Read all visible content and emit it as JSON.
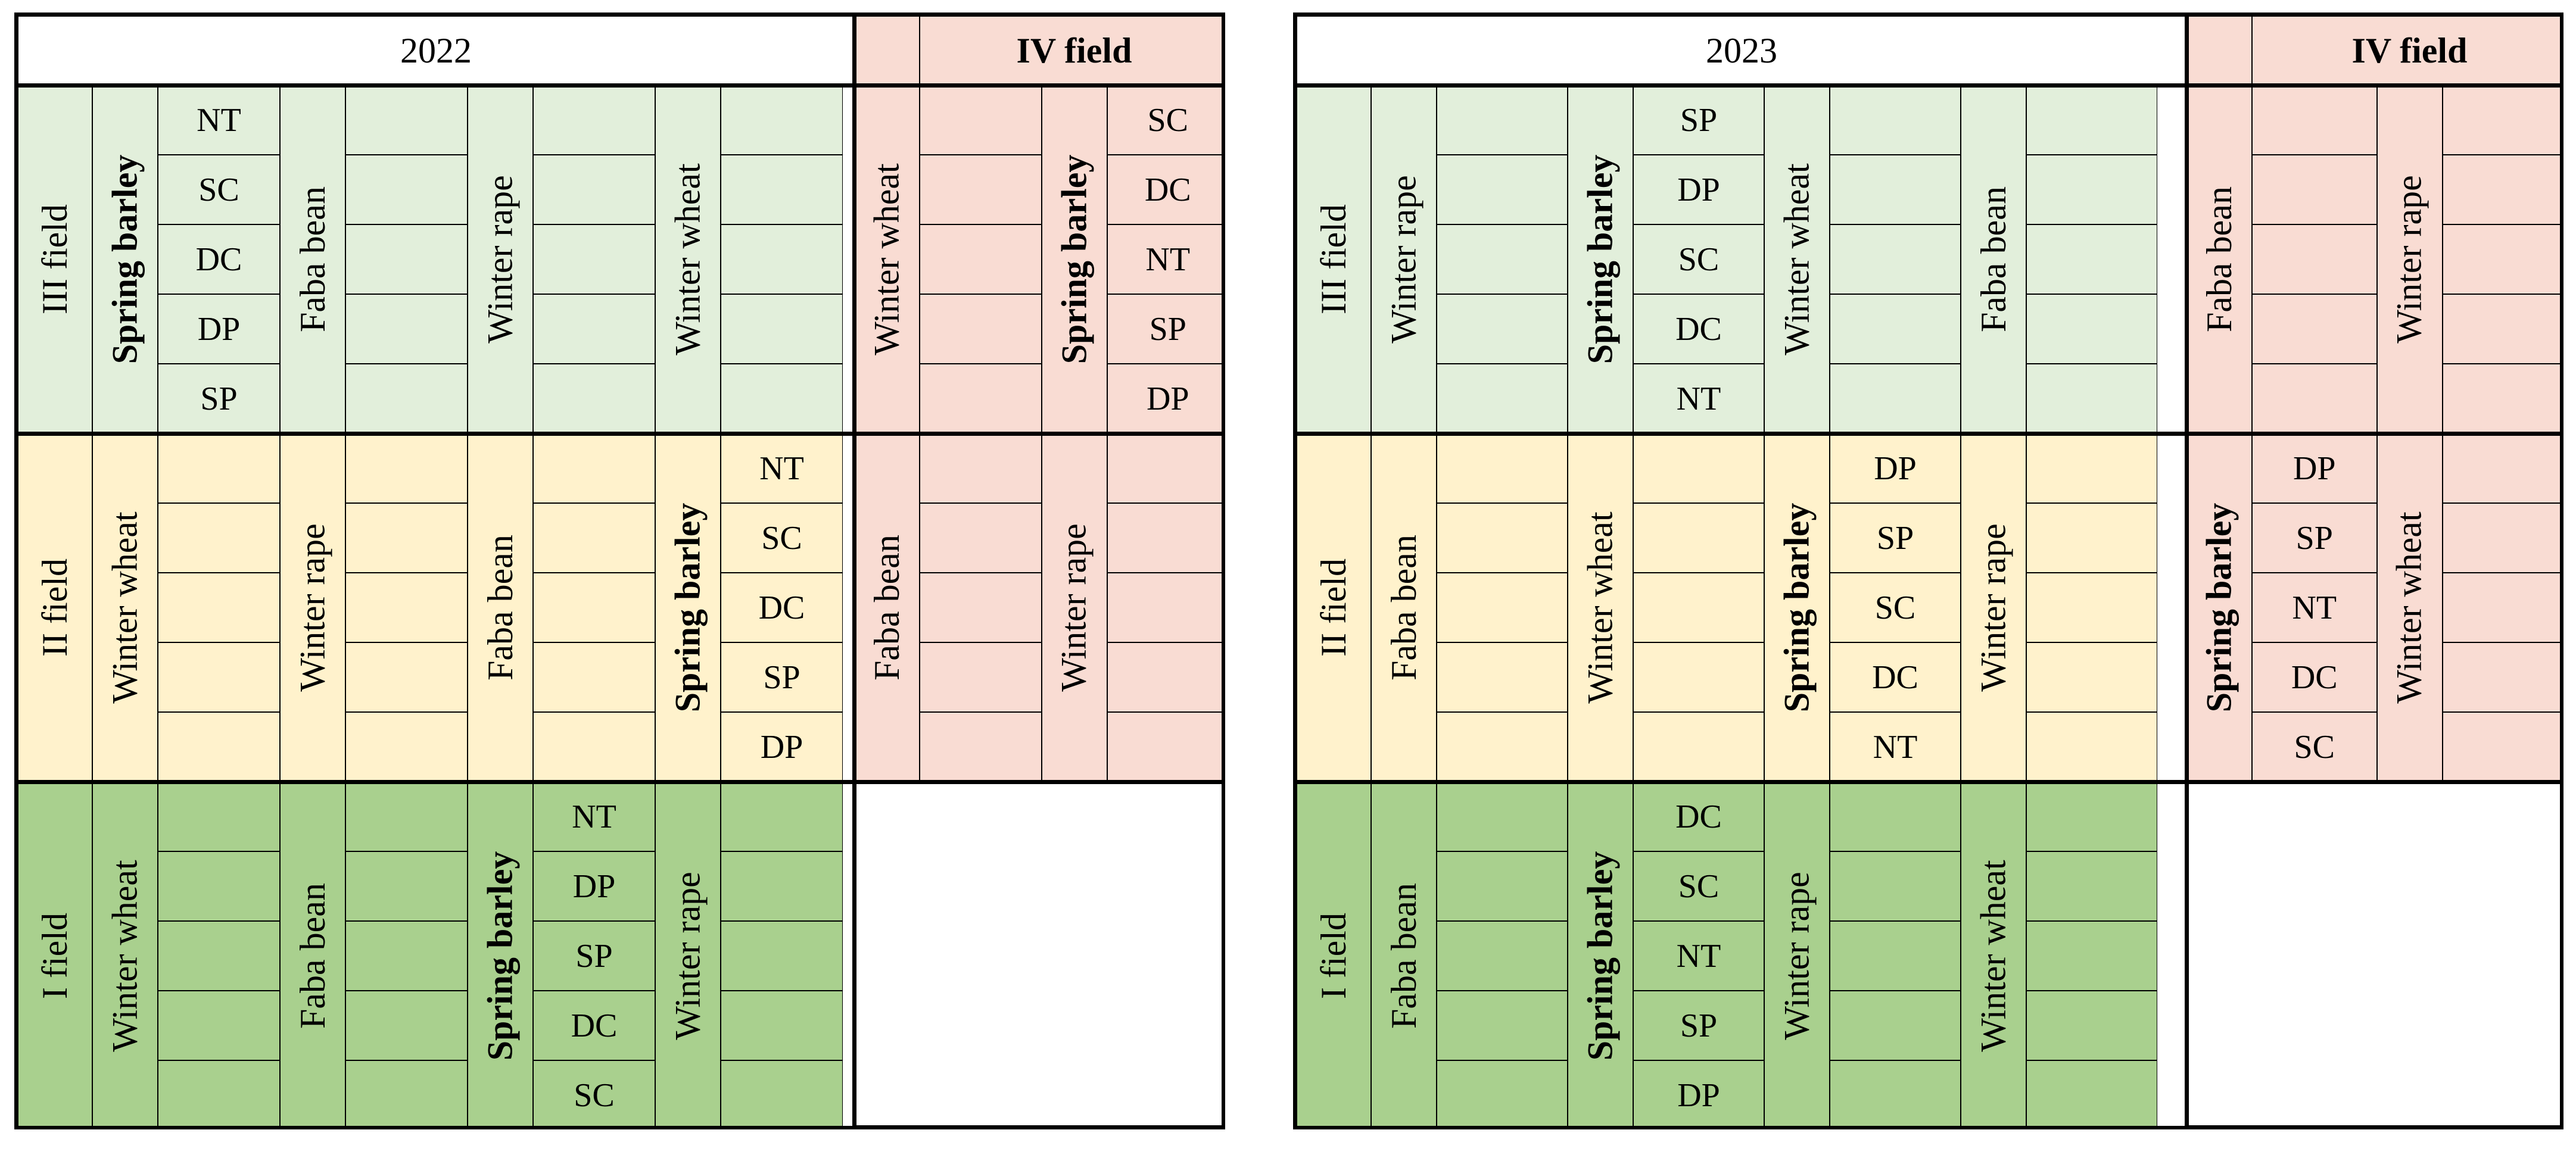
{
  "tables": [
    {
      "year": "2022",
      "iv_header": "IV field",
      "fields": [
        {
          "label": "III field",
          "color": "#e2efdb",
          "crops": [
            {
              "name": "Spring barley",
              "bold": true,
              "codes": [
                "NT",
                "SC",
                "DC",
                "DP",
                "SP"
              ]
            },
            {
              "name": "Faba bean",
              "bold": false,
              "codes": []
            },
            {
              "name": "Winter rape",
              "bold": false,
              "codes": []
            },
            {
              "name": "Winter wheat",
              "bold": false,
              "codes": []
            }
          ]
        },
        {
          "label": "II field",
          "color": "#fff2cc",
          "crops": [
            {
              "name": "Winter wheat",
              "bold": false,
              "codes": []
            },
            {
              "name": "Winter rape",
              "bold": false,
              "codes": []
            },
            {
              "name": "Faba bean",
              "bold": false,
              "codes": []
            },
            {
              "name": "Spring barley",
              "bold": true,
              "codes": [
                "NT",
                "SC",
                "DC",
                "SP",
                "DP"
              ]
            }
          ]
        },
        {
          "label": "I field",
          "color": "#a9d08e",
          "crops": [
            {
              "name": "Winter wheat",
              "bold": false,
              "codes": []
            },
            {
              "name": "Faba bean",
              "bold": false,
              "codes": []
            },
            {
              "name": "Spring barley",
              "bold": true,
              "codes": [
                "NT",
                "DP",
                "SP",
                "DC",
                "SC"
              ]
            },
            {
              "name": "Winter rape",
              "bold": false,
              "codes": []
            }
          ]
        }
      ],
      "iv_field": {
        "color": "#f9dcd3",
        "blocks": [
          {
            "crops": [
              {
                "name": "Winter wheat",
                "bold": false,
                "codes": []
              },
              {
                "name": "Spring barley",
                "bold": true,
                "codes": [
                  "SC",
                  "DC",
                  "NT",
                  "SP",
                  "DP"
                ]
              }
            ]
          },
          {
            "crops": [
              {
                "name": "Faba bean",
                "bold": false,
                "codes": []
              },
              {
                "name": "Winter rape",
                "bold": false,
                "codes": []
              }
            ]
          }
        ]
      }
    },
    {
      "year": "2023",
      "iv_header": "IV field",
      "fields": [
        {
          "label": "III field",
          "color": "#e2efdb",
          "crops": [
            {
              "name": "Winter rape",
              "bold": false,
              "codes": []
            },
            {
              "name": "Spring barley",
              "bold": true,
              "codes": [
                "SP",
                "DP",
                "SC",
                "DC",
                "NT"
              ]
            },
            {
              "name": "Winter wheat",
              "bold": false,
              "codes": []
            },
            {
              "name": "Faba bean",
              "bold": false,
              "codes": []
            }
          ]
        },
        {
          "label": "II field",
          "color": "#fff2cc",
          "crops": [
            {
              "name": "Faba bean",
              "bold": false,
              "codes": []
            },
            {
              "name": "Winter wheat",
              "bold": false,
              "codes": []
            },
            {
              "name": "Spring barley",
              "bold": true,
              "codes": [
                "DP",
                "SP",
                "SC",
                "DC",
                "NT"
              ]
            },
            {
              "name": "Winter rape",
              "bold": false,
              "codes": []
            }
          ]
        },
        {
          "label": "I field",
          "color": "#a9d08e",
          "crops": [
            {
              "name": "Faba bean",
              "bold": false,
              "codes": []
            },
            {
              "name": "Spring barley",
              "bold": true,
              "codes": [
                "DC",
                "SC",
                "NT",
                "SP",
                "DP"
              ]
            },
            {
              "name": "Winter rape",
              "bold": false,
              "codes": []
            },
            {
              "name": "Winter wheat",
              "bold": false,
              "codes": []
            }
          ]
        }
      ],
      "iv_field": {
        "color": "#f9dcd3",
        "blocks": [
          {
            "crops": [
              {
                "name": "Faba bean",
                "bold": false,
                "codes": []
              },
              {
                "name": "Winter rape",
                "bold": false,
                "codes": []
              }
            ]
          },
          {
            "crops": [
              {
                "name": "Spring barley",
                "bold": true,
                "codes": [
                  "DP",
                  "SP",
                  "NT",
                  "DC",
                  "SC"
                ]
              },
              {
                "name": "Winter wheat",
                "bold": false,
                "codes": []
              }
            ]
          }
        ]
      }
    }
  ]
}
